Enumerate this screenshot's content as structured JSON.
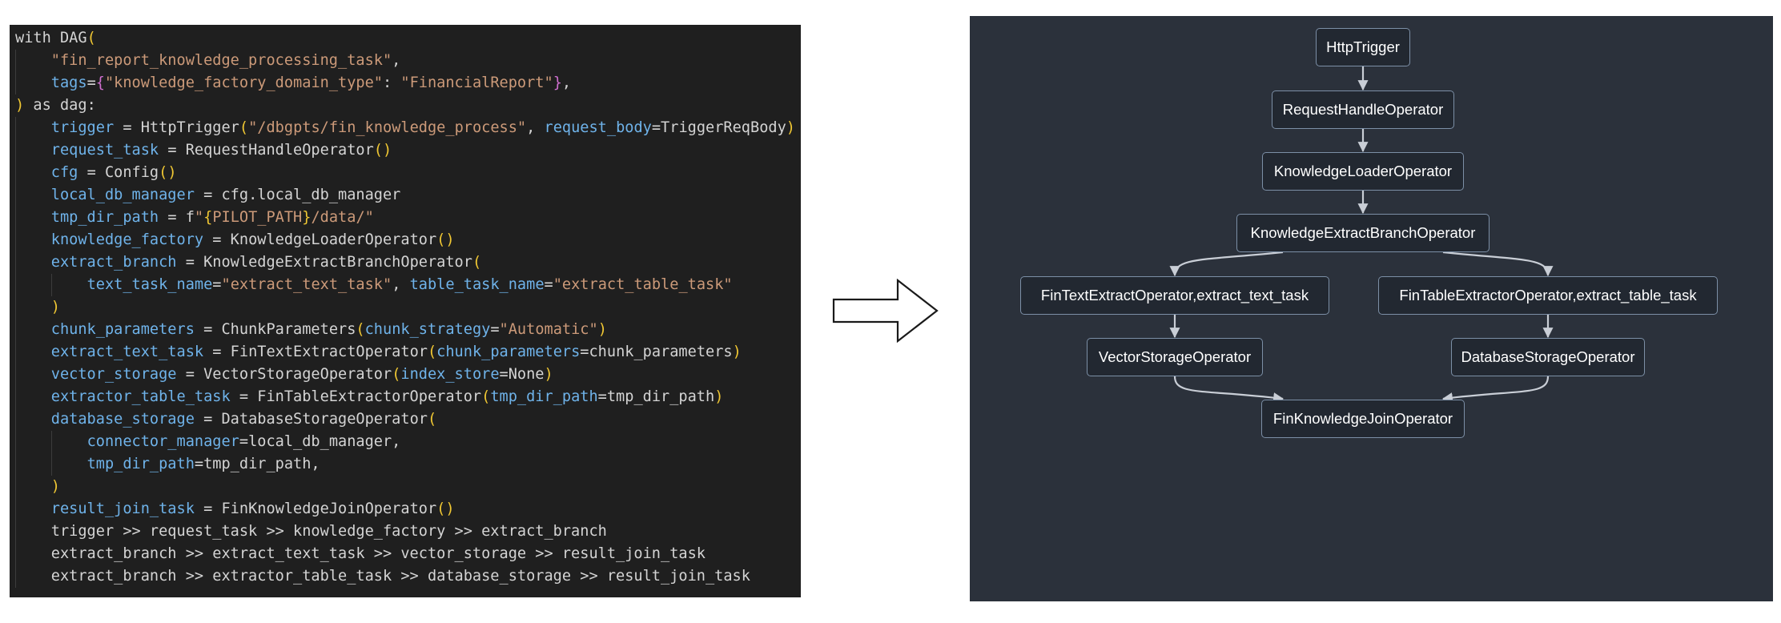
{
  "code": {
    "lines": [
      {
        "indent": 0,
        "tokens": [
          {
            "t": "with DAG",
            "c": "plain"
          },
          {
            "t": "(",
            "c": "paren"
          }
        ]
      },
      {
        "indent": 1,
        "tokens": [
          {
            "t": "\"fin_report_knowledge_processing_task\"",
            "c": "str"
          },
          {
            "t": ",",
            "c": "plain"
          }
        ]
      },
      {
        "indent": 1,
        "tokens": [
          {
            "t": "tags",
            "c": "var"
          },
          {
            "t": "=",
            "c": "plain"
          },
          {
            "t": "{",
            "c": "brace"
          },
          {
            "t": "\"knowledge_factory_domain_type\"",
            "c": "str"
          },
          {
            "t": ": ",
            "c": "plain"
          },
          {
            "t": "\"FinancialReport\"",
            "c": "str"
          },
          {
            "t": "}",
            "c": "brace"
          },
          {
            "t": ",",
            "c": "plain"
          }
        ]
      },
      {
        "indent": 0,
        "tokens": [
          {
            "t": ")",
            "c": "paren"
          },
          {
            "t": " as dag:",
            "c": "plain"
          }
        ]
      },
      {
        "indent": 1,
        "tokens": [
          {
            "t": "trigger",
            "c": "var"
          },
          {
            "t": " = HttpTrigger",
            "c": "plain"
          },
          {
            "t": "(",
            "c": "paren"
          },
          {
            "t": "\"/dbgpts/fin_knowledge_process\"",
            "c": "str"
          },
          {
            "t": ", ",
            "c": "plain"
          },
          {
            "t": "request_body",
            "c": "var"
          },
          {
            "t": "=TriggerReqBody",
            "c": "plain"
          },
          {
            "t": ")",
            "c": "paren"
          }
        ]
      },
      {
        "indent": 1,
        "tokens": [
          {
            "t": "request_task",
            "c": "var"
          },
          {
            "t": " = RequestHandleOperator",
            "c": "plain"
          },
          {
            "t": "()",
            "c": "paren"
          }
        ]
      },
      {
        "indent": 1,
        "tokens": [
          {
            "t": "cfg",
            "c": "var"
          },
          {
            "t": " = Config",
            "c": "plain"
          },
          {
            "t": "()",
            "c": "paren"
          }
        ]
      },
      {
        "indent": 1,
        "tokens": [
          {
            "t": "local_db_manager",
            "c": "var"
          },
          {
            "t": " = cfg.local_db_manager",
            "c": "plain"
          }
        ]
      },
      {
        "indent": 1,
        "tokens": [
          {
            "t": "tmp_dir_path",
            "c": "var"
          },
          {
            "t": " = f",
            "c": "plain"
          },
          {
            "t": "\"",
            "c": "str"
          },
          {
            "t": "{",
            "c": "paren"
          },
          {
            "t": "PILOT_PATH",
            "c": "str"
          },
          {
            "t": "}",
            "c": "paren"
          },
          {
            "t": "/data/\"",
            "c": "str"
          }
        ]
      },
      {
        "indent": 1,
        "tokens": [
          {
            "t": "knowledge_factory",
            "c": "var"
          },
          {
            "t": " = KnowledgeLoaderOperator",
            "c": "plain"
          },
          {
            "t": "()",
            "c": "paren"
          }
        ]
      },
      {
        "indent": 1,
        "tokens": [
          {
            "t": "extract_branch",
            "c": "var"
          },
          {
            "t": " = KnowledgeExtractBranchOperator",
            "c": "plain"
          },
          {
            "t": "(",
            "c": "paren"
          }
        ]
      },
      {
        "indent": 2,
        "tokens": [
          {
            "t": "text_task_name",
            "c": "var"
          },
          {
            "t": "=",
            "c": "plain"
          },
          {
            "t": "\"extract_text_task\"",
            "c": "str"
          },
          {
            "t": ", ",
            "c": "plain"
          },
          {
            "t": "table_task_name",
            "c": "var"
          },
          {
            "t": "=",
            "c": "plain"
          },
          {
            "t": "\"extract_table_task\"",
            "c": "str"
          }
        ]
      },
      {
        "indent": 1,
        "tokens": [
          {
            "t": ")",
            "c": "paren"
          }
        ]
      },
      {
        "indent": 1,
        "tokens": [
          {
            "t": "chunk_parameters",
            "c": "var"
          },
          {
            "t": " = ChunkParameters",
            "c": "plain"
          },
          {
            "t": "(",
            "c": "paren"
          },
          {
            "t": "chunk_strategy",
            "c": "var"
          },
          {
            "t": "=",
            "c": "plain"
          },
          {
            "t": "\"Automatic\"",
            "c": "str"
          },
          {
            "t": ")",
            "c": "paren"
          }
        ]
      },
      {
        "indent": 1,
        "tokens": [
          {
            "t": "extract_text_task",
            "c": "var"
          },
          {
            "t": " = FinTextExtractOperator",
            "c": "plain"
          },
          {
            "t": "(",
            "c": "paren"
          },
          {
            "t": "chunk_parameters",
            "c": "var"
          },
          {
            "t": "=chunk_parameters",
            "c": "plain"
          },
          {
            "t": ")",
            "c": "paren"
          }
        ]
      },
      {
        "indent": 1,
        "tokens": [
          {
            "t": "vector_storage",
            "c": "var"
          },
          {
            "t": " = VectorStorageOperator",
            "c": "plain"
          },
          {
            "t": "(",
            "c": "paren"
          },
          {
            "t": "index_store",
            "c": "var"
          },
          {
            "t": "=None",
            "c": "plain"
          },
          {
            "t": ")",
            "c": "paren"
          }
        ]
      },
      {
        "indent": 1,
        "tokens": [
          {
            "t": "extractor_table_task",
            "c": "var"
          },
          {
            "t": " = FinTableExtractorOperator",
            "c": "plain"
          },
          {
            "t": "(",
            "c": "paren"
          },
          {
            "t": "tmp_dir_path",
            "c": "var"
          },
          {
            "t": "=tmp_dir_path",
            "c": "plain"
          },
          {
            "t": ")",
            "c": "paren"
          }
        ]
      },
      {
        "indent": 1,
        "tokens": [
          {
            "t": "database_storage",
            "c": "var"
          },
          {
            "t": " = DatabaseStorageOperator",
            "c": "plain"
          },
          {
            "t": "(",
            "c": "paren"
          }
        ]
      },
      {
        "indent": 2,
        "tokens": [
          {
            "t": "connector_manager",
            "c": "var"
          },
          {
            "t": "=local_db_manager,",
            "c": "plain"
          }
        ]
      },
      {
        "indent": 2,
        "tokens": [
          {
            "t": "tmp_dir_path",
            "c": "var"
          },
          {
            "t": "=tmp_dir_path,",
            "c": "plain"
          }
        ]
      },
      {
        "indent": 1,
        "tokens": [
          {
            "t": ")",
            "c": "paren"
          }
        ]
      },
      {
        "indent": 1,
        "tokens": [
          {
            "t": "result_join_task",
            "c": "var"
          },
          {
            "t": " = FinKnowledgeJoinOperator",
            "c": "plain"
          },
          {
            "t": "()",
            "c": "paren"
          }
        ]
      },
      {
        "indent": 1,
        "tokens": [
          {
            "t": "trigger >> request_task >> knowledge_factory >> extract_branch",
            "c": "plain"
          }
        ]
      },
      {
        "indent": 1,
        "tokens": [
          {
            "t": "extract_branch >> extract_text_task >> vector_storage >> result_join_task",
            "c": "plain"
          }
        ]
      },
      {
        "indent": 1,
        "tokens": [
          {
            "t": "extract_branch >> extractor_table_task >> database_storage >> result_join_task",
            "c": "plain"
          }
        ]
      }
    ]
  },
  "diagram": {
    "nodes": [
      {
        "id": "http-trigger",
        "label": "HttpTrigger"
      },
      {
        "id": "request-handle",
        "label": "RequestHandleOperator"
      },
      {
        "id": "knowledge-loader",
        "label": "KnowledgeLoaderOperator"
      },
      {
        "id": "extract-branch",
        "label": "KnowledgeExtractBranchOperator"
      },
      {
        "id": "text-extract",
        "label": "FinTextExtractOperator,extract_text_task"
      },
      {
        "id": "table-extract",
        "label": "FinTableExtractorOperator,extract_table_task"
      },
      {
        "id": "vector-storage",
        "label": "VectorStorageOperator"
      },
      {
        "id": "database-storage",
        "label": "DatabaseStorageOperator"
      },
      {
        "id": "join",
        "label": "FinKnowledgeJoinOperator"
      }
    ],
    "edges": [
      [
        "http-trigger",
        "request-handle"
      ],
      [
        "request-handle",
        "knowledge-loader"
      ],
      [
        "knowledge-loader",
        "extract-branch"
      ],
      [
        "extract-branch",
        "text-extract"
      ],
      [
        "extract-branch",
        "table-extract"
      ],
      [
        "text-extract",
        "vector-storage"
      ],
      [
        "table-extract",
        "database-storage"
      ],
      [
        "vector-storage",
        "join"
      ],
      [
        "database-storage",
        "join"
      ]
    ]
  },
  "colors": {
    "code_bg": "#1f1f1f",
    "diagram_bg": "#2b313b",
    "node_fill": "#222831",
    "node_border": "#7c8fa6",
    "edge": "#c9ced6",
    "var": "#6fb3ea",
    "string": "#cc9a79",
    "paren": "#f0c733",
    "brace": "#d06fd0"
  }
}
